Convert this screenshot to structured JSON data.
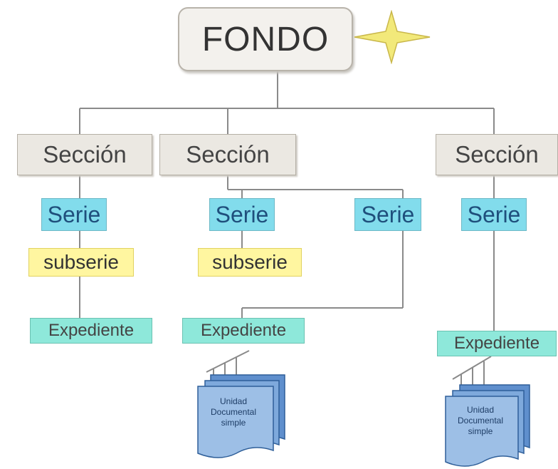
{
  "root": {
    "label": "FONDO"
  },
  "sections": [
    {
      "label": "Sección"
    },
    {
      "label": "Sección"
    },
    {
      "label": "Sección"
    }
  ],
  "series": [
    {
      "label": "Serie"
    },
    {
      "label": "Serie"
    },
    {
      "label": "Serie"
    },
    {
      "label": "Serie"
    }
  ],
  "subseries": [
    {
      "label": "subserie"
    },
    {
      "label": "subserie"
    }
  ],
  "expedientes": [
    {
      "label": "Expediente"
    },
    {
      "label": "Expediente"
    },
    {
      "label": "Expediente"
    }
  ],
  "documents": [
    {
      "lines": [
        "Unidad",
        "Documental",
        "simple"
      ]
    },
    {
      "lines": [
        "Unidad",
        "Documental",
        "simple"
      ]
    }
  ],
  "colors": {
    "star": "#f2e97a",
    "serie": "#82dcec",
    "subserie": "#fff6a0",
    "expediente": "#8ee8da",
    "document": "#7aa7d6"
  }
}
